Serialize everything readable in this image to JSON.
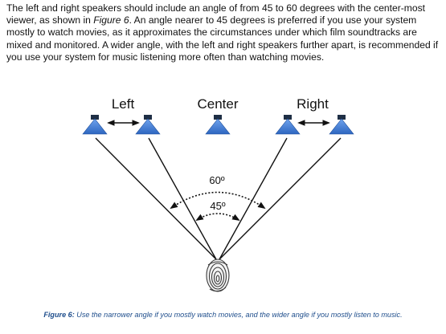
{
  "intro": {
    "part1": "The left and right speakers should include an angle of from 45 to 60 degrees with the center-most viewer, as shown in ",
    "figure_ref": "Figure 6",
    "part2": ". An angle nearer to 45 degrees is preferred if you use your system mostly to watch movies, as it approximates the circumstances under which film soundtracks are mixed and monitored. A wider angle, with the left and right speakers further apart, is recommended if you use your system for music listening more often than watching movies."
  },
  "figure": {
    "labels": {
      "left": "Left",
      "center": "Center",
      "right": "Right"
    },
    "angles": {
      "wide": "60º",
      "narrow": "45º"
    },
    "colors": {
      "speaker_blue": "#3b7bd3",
      "speaker_dark": "#1f2f45",
      "line": "#111111"
    }
  },
  "caption": {
    "label": "Figure 6:",
    "text": " Use the narrower angle if you mostly watch movies, and the wider angle if you mostly listen to music."
  }
}
